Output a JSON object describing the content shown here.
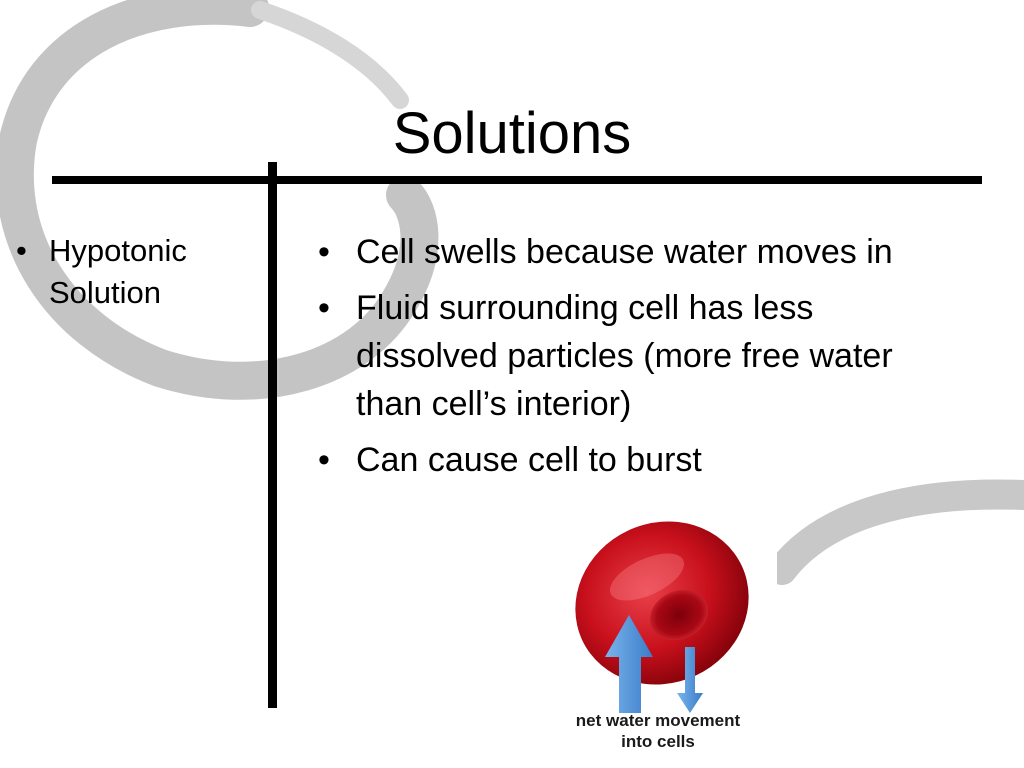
{
  "slide": {
    "title": "Solutions",
    "left_column": {
      "items": [
        {
          "label": "Hypotonic Solution"
        }
      ]
    },
    "right_column": {
      "items": [
        {
          "text": "Cell swells because water moves in"
        },
        {
          "text": "Fluid surrounding cell has less dissolved particles (more free water than cell’s interior)"
        },
        {
          "text": "Can cause cell to burst"
        }
      ]
    },
    "figure": {
      "caption_line1": "net water movement",
      "caption_line2": "into cells",
      "icons": [
        "red-blood-cell",
        "up-arrow-icon",
        "down-arrow-icon"
      ]
    },
    "colors": {
      "cell_red": "#c8101c",
      "arrow_blue": "#4a90d9",
      "swirl_gray": "#c2c2c2",
      "rule_black": "#000000"
    }
  }
}
